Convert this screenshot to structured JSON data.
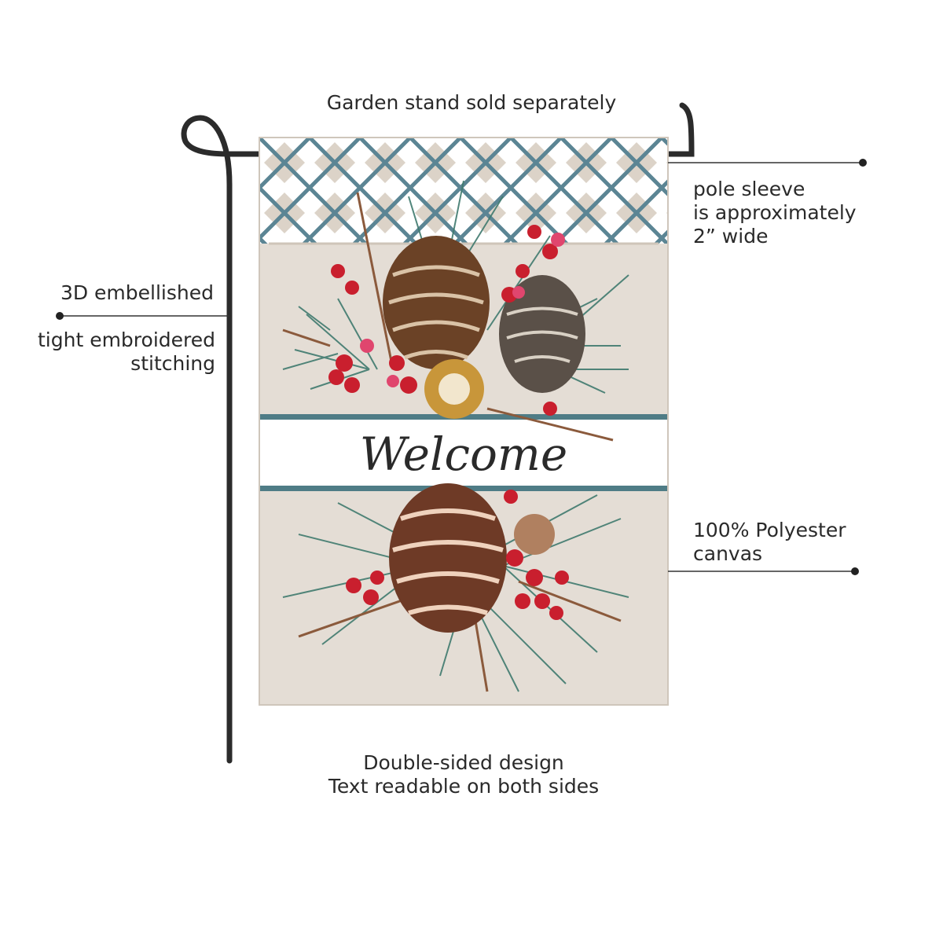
{
  "callouts": {
    "stand": "Garden stand sold separately",
    "sleeve": [
      "pole sleeve",
      "is approximately",
      "2” wide"
    ],
    "embellished": "3D embellished",
    "stitching": [
      "tight embroidered",
      "stitching"
    ],
    "material": [
      "100% Polyester",
      "canvas"
    ],
    "double": [
      "Double-sided design",
      "Text readable on both sides"
    ]
  },
  "flag": {
    "banner_text": "Welcome"
  },
  "colors": {
    "lattice": "#5b8594",
    "lattice_diamond": "#dcd3c8",
    "panel": "#e4ddd5",
    "band": "#4f7c86",
    "pole": "#2b2b2b",
    "berry": "#c91f2e",
    "cone": "#6b4226",
    "needle": "#3f7a6e"
  },
  "icons": [
    "garden-stand-pole-icon",
    "pine-cone-icon",
    "red-berry-icon",
    "pine-needle-icon",
    "callout-dot-icon"
  ]
}
